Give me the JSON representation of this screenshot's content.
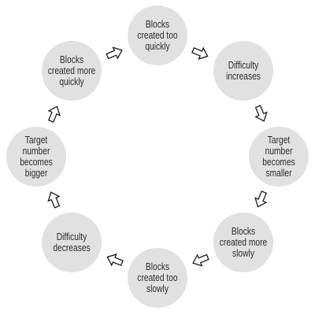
{
  "cycle": {
    "nodes": [
      {
        "label": "Blocks\ncreated too\nquickly"
      },
      {
        "label": "Difficulty\nincreases"
      },
      {
        "label": "Target\nnumber\nbecomes\nsmaller"
      },
      {
        "label": "Blocks\ncreated more\nslowly"
      },
      {
        "label": "Blocks\ncreated too\nslowly"
      },
      {
        "label": "Difficulty\ndecreases"
      },
      {
        "label": "Target\nnumber\nbecomes\nbigger"
      },
      {
        "label": "Blocks\ncreated more\nquickly"
      }
    ],
    "colors": {
      "node_fill": "#e1e1e1",
      "text": "#2b2b2b",
      "arrow_fill": "#ffffff",
      "arrow_stroke": "#1a1a1a"
    },
    "arrow_icon": "hollow-arrow-icon",
    "direction": "clockwise"
  }
}
